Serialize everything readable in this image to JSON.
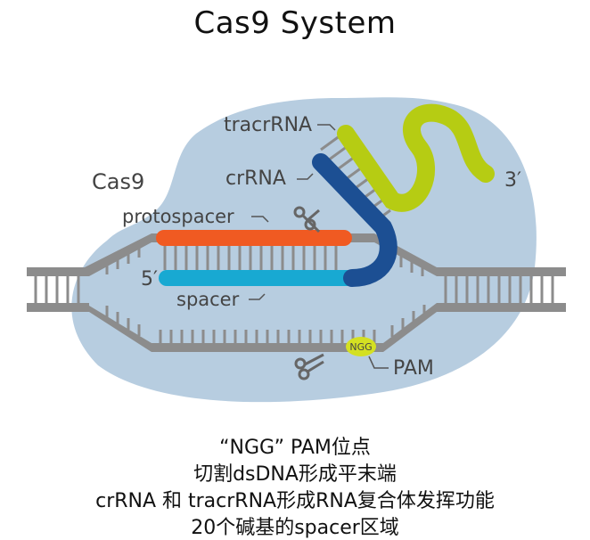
{
  "title": "Cas9 System",
  "labels": {
    "cas9": "Cas9",
    "tracrrna": "tracrRNA",
    "crrna": "crRNA",
    "protospacer": "protospacer",
    "spacer": "spacer",
    "five_prime": "5′",
    "three_prime": "3′",
    "ngg": "NGG",
    "pam": "PAM"
  },
  "captions": [
    "“NGG” PAM位点",
    "切割dsDNA形成平末端",
    "crRNA 和 tracrRNA形成RNA复合体发挥功能",
    "20个碱基的spacer区域"
  ],
  "colors": {
    "protein": "#b7cde0",
    "dna": "#8c8c8c",
    "protospacer": "#f05a22",
    "spacer": "#18a9d2",
    "crrna": "#1c4f93",
    "tracrrna": "#b6cc13",
    "ngg": "#d4e022"
  },
  "icons": [
    "scissors-icon-top",
    "scissors-icon-bottom"
  ]
}
